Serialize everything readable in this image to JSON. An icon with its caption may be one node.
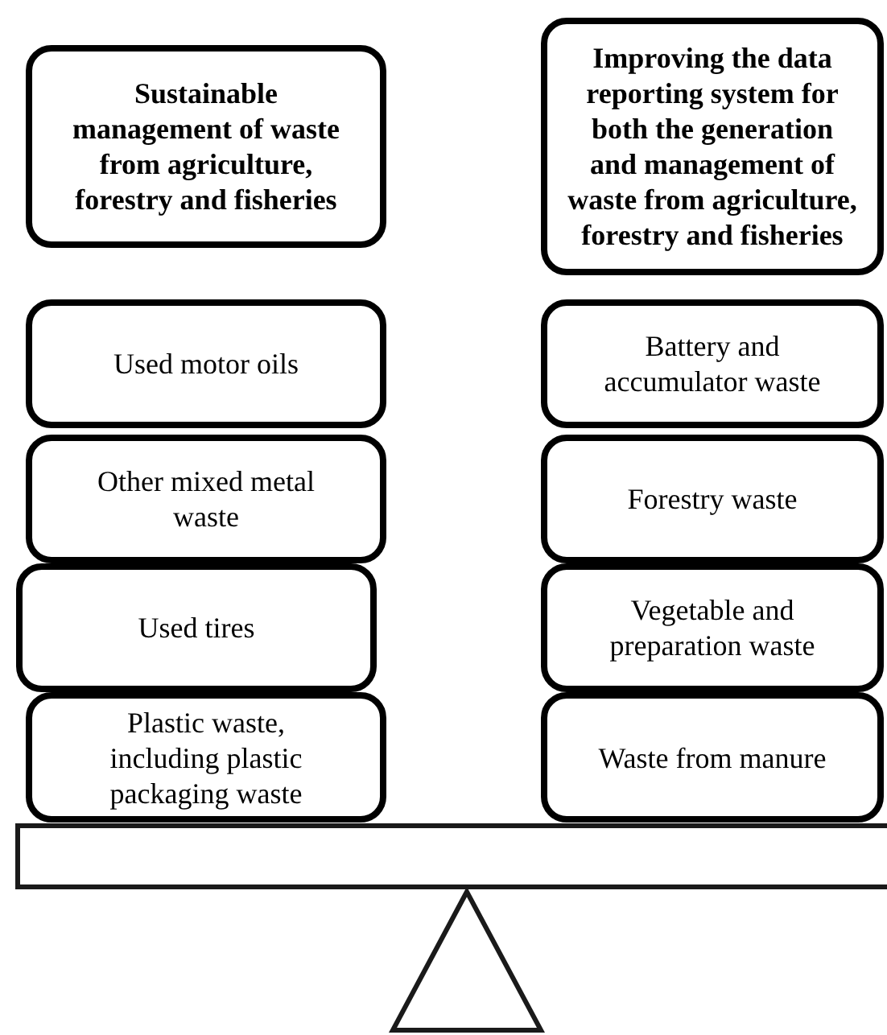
{
  "diagram": {
    "nodes": [
      {
        "text": [
          "Sustainable management of waste from agriculture, forestry and fisheries"
        ]
      },
      {
        "text": [
          "Improving the data reporting system for both the generation and management of waste from agriculture, forestry and fisheries"
        ]
      },
      {
        "text": [
          "Used motor oils"
        ]
      },
      {
        "text": [
          "Battery and accumulator waste"
        ]
      },
      {
        "text": [
          "Other mixed metal waste"
        ]
      },
      {
        "text": [
          "Forestry waste"
        ]
      },
      {
        "text": [
          "Used tires"
        ]
      },
      {
        "text": [
          "Vegetable and preparation waste"
        ]
      },
      {
        "text": [
          "Plastic waste, including plastic packaging waste"
        ]
      },
      {
        "text": [
          "Waste from manure"
        ]
      }
    ]
  }
}
